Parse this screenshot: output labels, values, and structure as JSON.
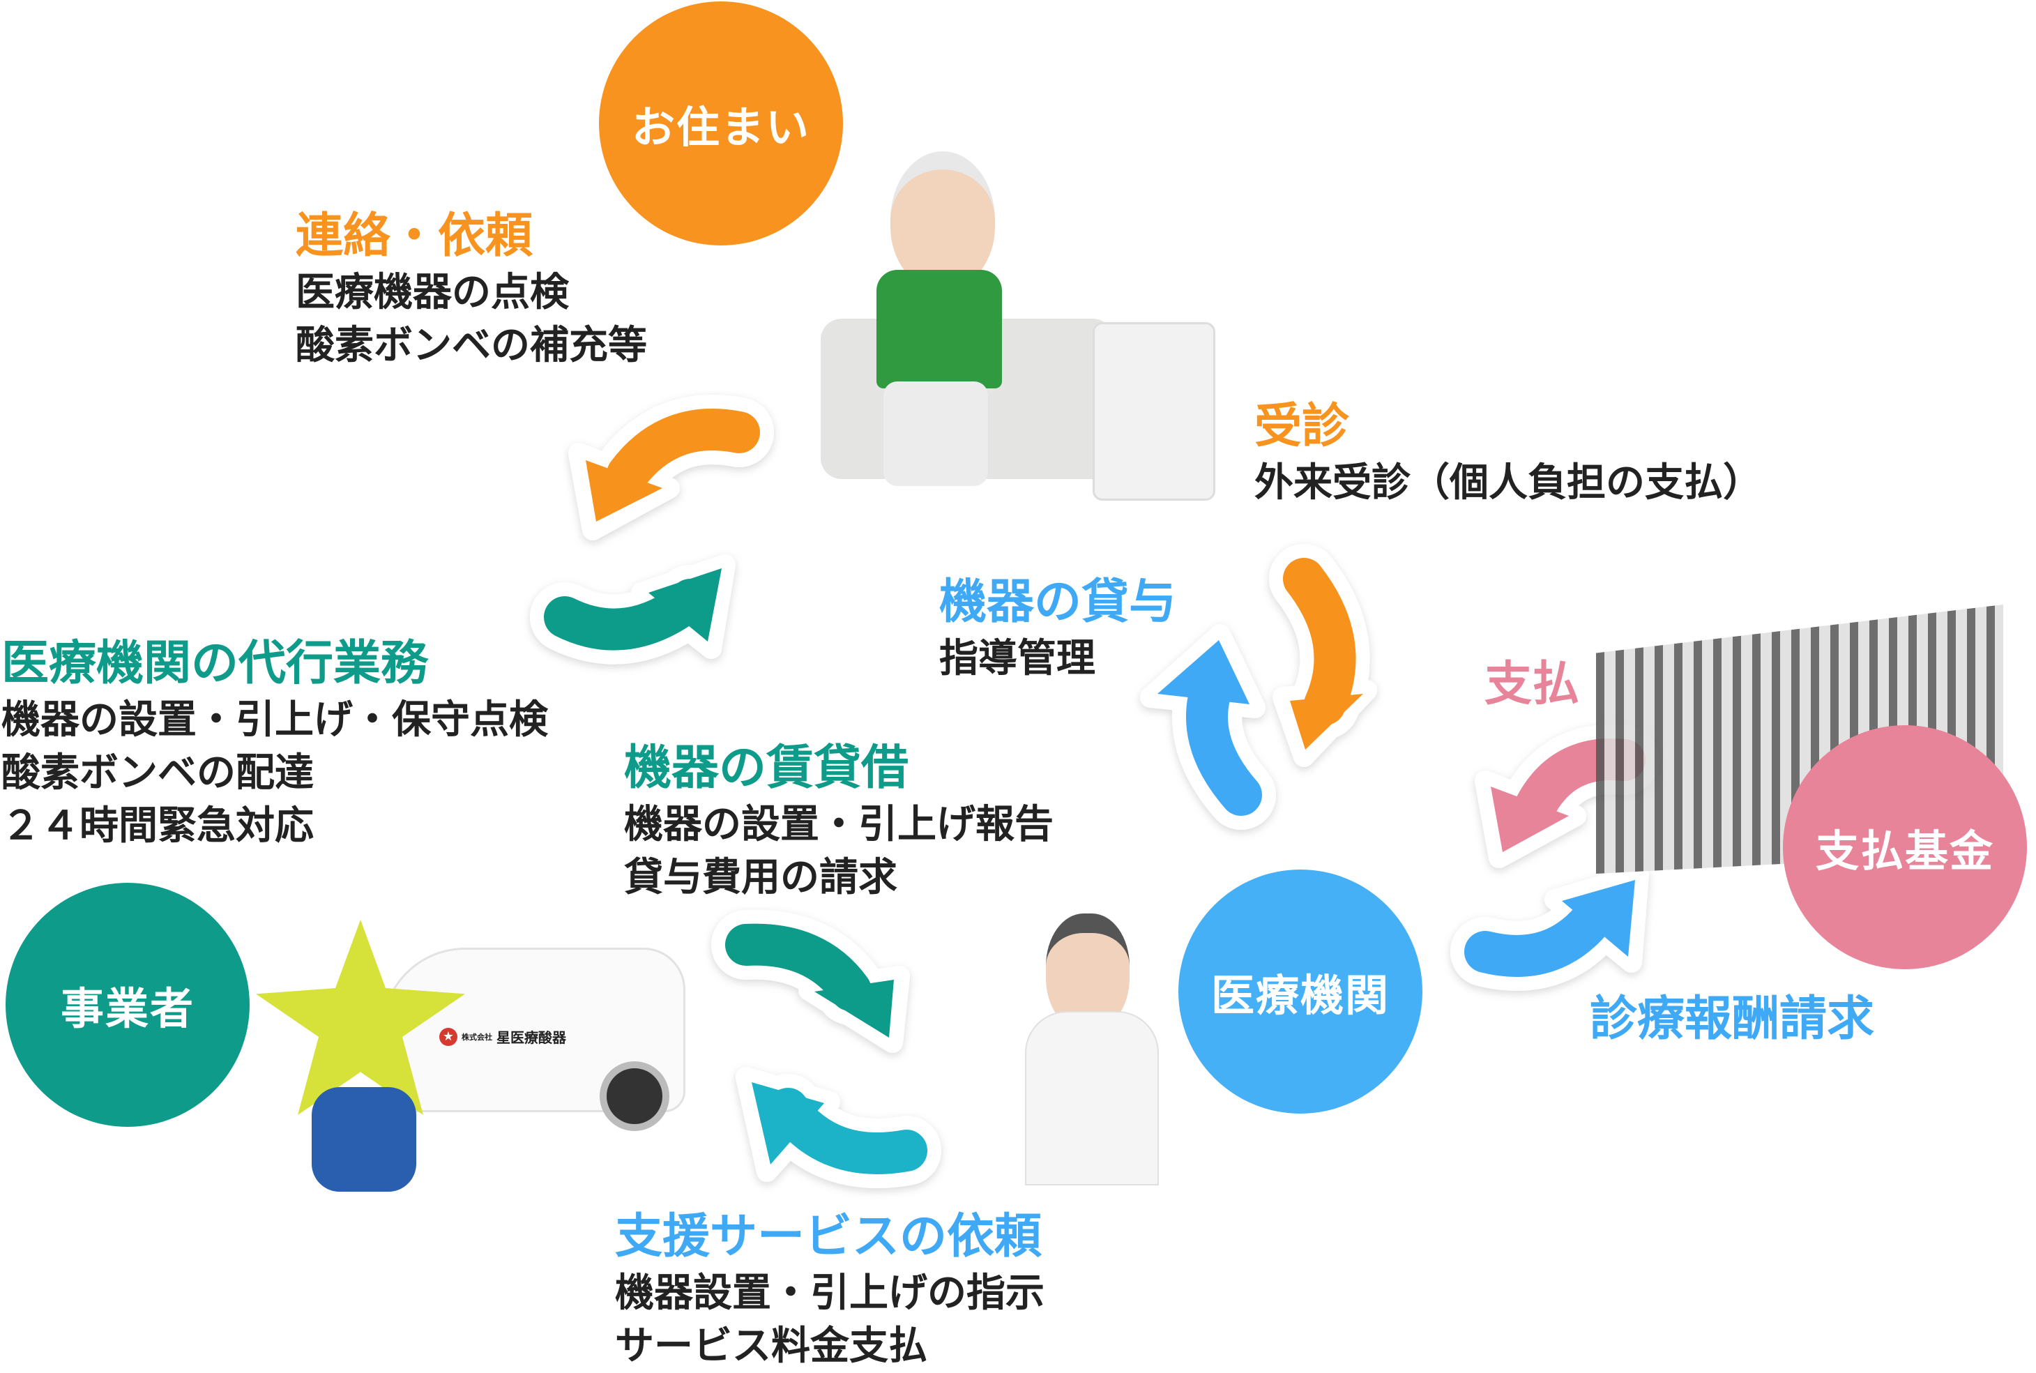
{
  "nodes": {
    "home": {
      "label": "お住まい",
      "color": "#F7931E"
    },
    "operator": {
      "label": "事業者",
      "color": "#0E9B8A"
    },
    "hospital": {
      "label": "医療機関",
      "color": "#45B0F5"
    },
    "fund": {
      "label": "支払基金",
      "color": "#E8849A"
    }
  },
  "flows": {
    "contact": {
      "title": "連絡・依頼",
      "lines": [
        "医療機器の点検",
        "酸素ボンベの補充等"
      ]
    },
    "visit": {
      "title": "受診",
      "lines": [
        "外来受診（個人負担の支払）"
      ]
    },
    "lending": {
      "title": "機器の貸与",
      "lines": [
        "指導管理"
      ]
    },
    "payment": {
      "title": "支払"
    },
    "claim": {
      "title": "診療報酬請求"
    },
    "agency": {
      "title": "医療機関の代行業務",
      "lines": [
        "機器の設置・引上げ・保守点検",
        "酸素ボンベの配達",
        "２４時間緊急対応"
      ]
    },
    "rental": {
      "title": "機器の賃貸借",
      "lines": [
        "機器の設置・引上げ報告",
        "貸与費用の請求"
      ]
    },
    "support": {
      "title": "支援サービスの依頼",
      "lines": [
        "機器設置・引上げの指示",
        "サービス料金支払"
      ]
    }
  },
  "car_logo": {
    "company_prefix": "株式会社",
    "company_name": "星医療酸器"
  }
}
